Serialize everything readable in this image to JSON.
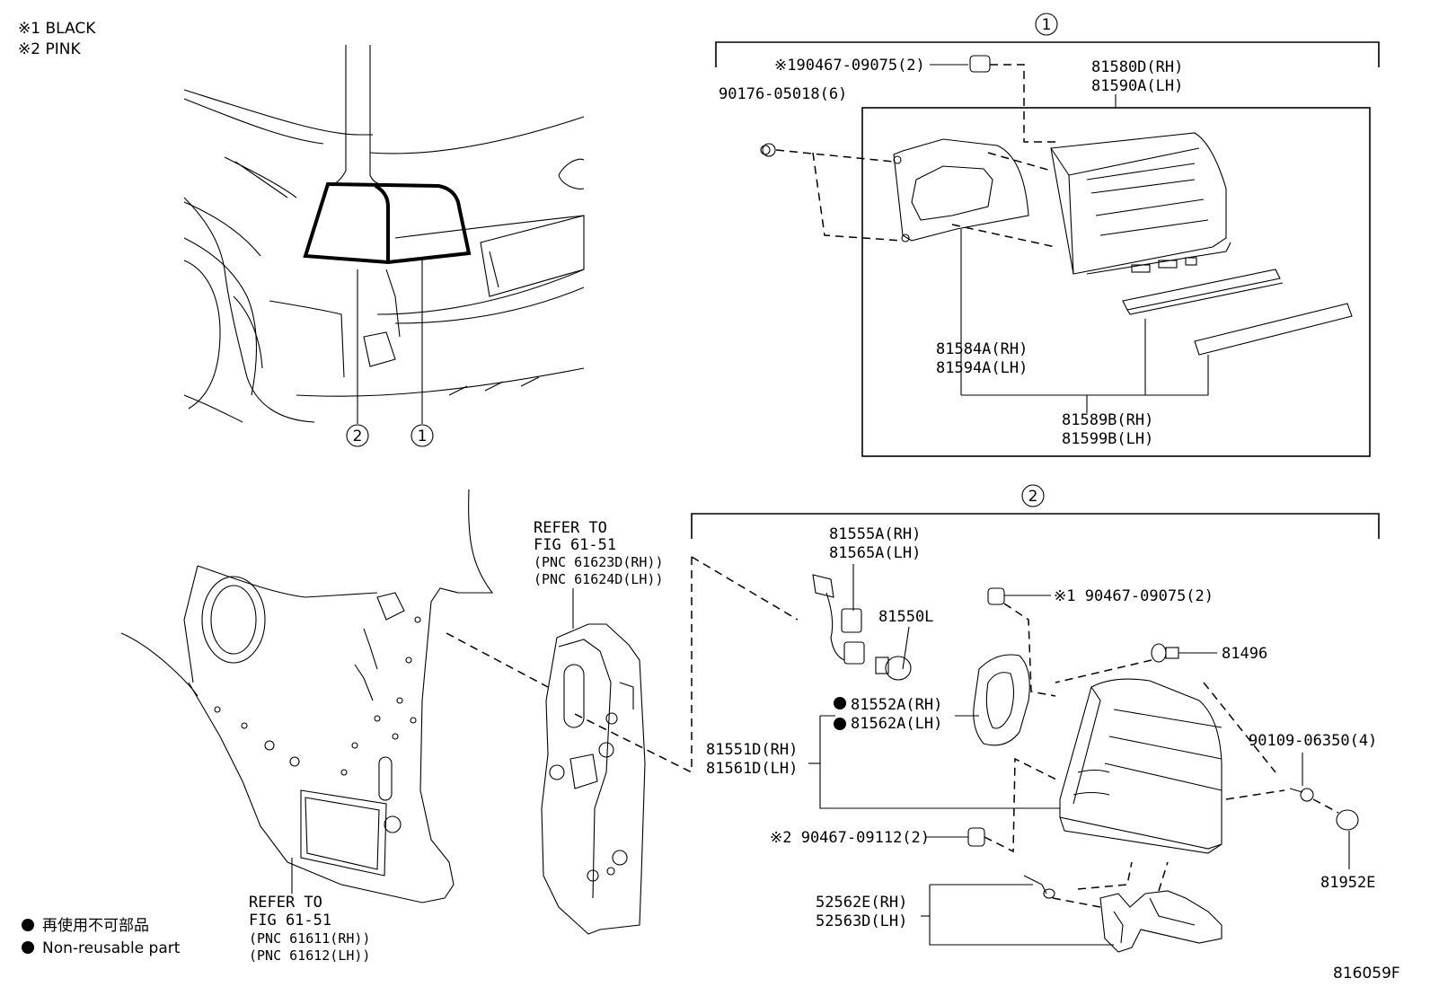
{
  "notes": {
    "note1": "※1 BLACK",
    "note2": "※2 PINK"
  },
  "legend": {
    "jp": "再使用不可部品",
    "en": "Non-reusable part"
  },
  "figure_id": "816059F",
  "callouts": {
    "c1": "1",
    "c2": "2"
  },
  "group1": {
    "clip_part": "※190467-09075(2)",
    "screw_part": "90176-05018(6)",
    "lens_rh": "81580D(RH)",
    "lens_lh": "81590A(LH)",
    "gasket_rh": "81584A(RH)",
    "gasket_lh": "81594A(LH)",
    "trim_rh": "81589B(RH)",
    "trim_lh": "81599B(LH)"
  },
  "group2": {
    "socket_rh": "81555A(RH)",
    "socket_lh": "81565A(LH)",
    "bulb": "81550L",
    "clip2": "※1 90467-09075(2)",
    "cap": "81496",
    "gasket_rh": "81552A(RH)",
    "gasket_lh": "81562A(LH)",
    "lamp_rh": "81551D(RH)",
    "lamp_lh": "81561D(LH)",
    "screw": "90109-06350(4)",
    "clip3": "※2 90467-09112(2)",
    "plug": "81952E",
    "bracket_rh": "52562E(RH)",
    "bracket_lh": "52563D(LH)"
  },
  "refer_upper": {
    "line1": "REFER TO",
    "line2": "FIG 61-51",
    "line3": "(PNC 61623D(RH))",
    "line4": "(PNC 61624D(LH))"
  },
  "refer_lower": {
    "line1": "REFER TO",
    "line2": "FIG 61-51",
    "line3": "(PNC 61611(RH))",
    "line4": "(PNC 61612(LH))"
  }
}
